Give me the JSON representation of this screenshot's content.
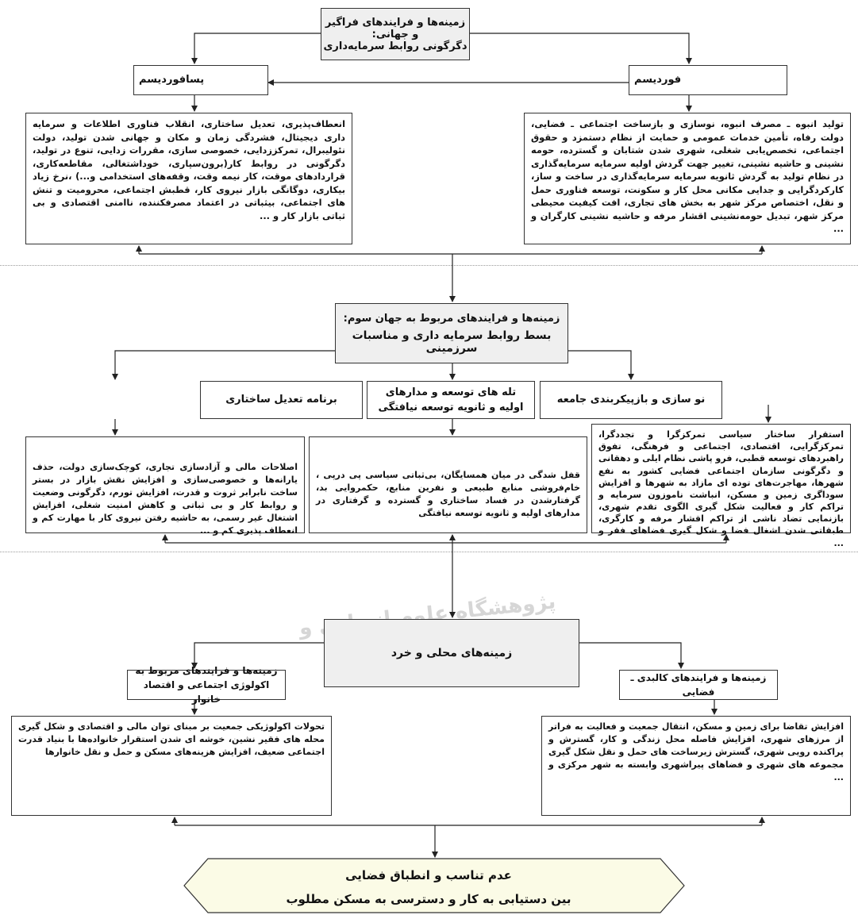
{
  "top": {
    "header_line1": "زمینه‌ها و فرایندهای فراگیر و جهانی:",
    "header_line2": "دگرگونی روابط سرمایه‌داری",
    "fordism_label": "فوردیسم",
    "postfordism_label": "پسافوردیسم",
    "fordism_text": "تولید انبوه ـ مصرف انبوه، نوسازی و بازساخت اجتماعی ـ فضایی، دولت رفاه، تأمین خدمات عمومی و حمایت از نظام دستمزد و حقوق اجتماعی، تخصص‌یابی شغلی، شهری شدن شتابان و گسترده، حومه نشینی و حاشیه نشینی، تغییر جهت گردش اولیه سرمایه سرمایه‌گذاری در نظام تولید به گردش ثانویه سرمایه سرمایه‌گذاری در ساخت و ساز، کارکردگرایی و جدایی مکانی محل کار و سکونت، توسعه فناوری حمل و نقل، اختصاص مرکز شهر به بخش های تجاری، افت کیفیت محیطی مرکز شهر، تبدیل حومه‌نشینی اقشار مرفه و حاشیه نشینی کارگران و ...",
    "postfordism_text": "انعطاف‌پذیری، تعدیل ساختاری، انقلاب فناوری اطلاعات و سرمایه داری دیجیتال، فشردگی زمان و مکان و جهانی شدن تولید، دولت نئولیبرال، تمرکززدایی، خصوصی سازی، مقررات زدایی، تنوع در تولید، دگرگونی در روابط کار(برون‌سپاری، خوداشتغالی، مقاطعه‌کاری، قراردادهای موقت، کار نیمه وقت، وقفه‌های استخدامی و...) ،نرخ زیاد بیکاری، دوگانگی بازار نیروی کار، قطبش اجتماعی، محرومیت و تنش های اجتماعی، بیثباتی در اعتماد مصرفکننده، ناامنی اقتصادی و بی ثباتی بازار کار و ..."
  },
  "middle": {
    "header_line1": "زمینه‌ها و فرایندهای مربوط به جهان سوم:",
    "header_line2": "بسط روابط سرمایه داری و مناسبات سرزمینی",
    "col_right_label": "نو سازی و بازپیکربندی جامعه",
    "col_center_label": "تله های توسعه و مدارهای اولیه و ثانویه توسعه نیافتگی",
    "col_left_label": "برنامه تعدیل ساختاری",
    "col_right_text": "استقرار ساختار سیاسی تمرکزگرا و تجددگرا، تمرکزگرایی، اقتصادی، اجتماعی و فرهنگی، تفوق راهبردهای توسعه قطبی، فرو پاشی نظام ایلی و دهقانی و دگرگونی سازمان اجتماعی فضایی کشور به نفع شهرها، مهاجرت‌های توده ای مازاد به شهرها و افزایش سوداگری زمین و مسکن، انباشت ناموزون سرمایه و تراکم کار و فعالیت شکل گیری الگوی تقدم شهری، بازنمایی تضاد ناشی از تراکم اقشار مرفه و کارگری، طبقاتی شدن اشغال فضا و شکل گیری فضاهای فقر و ...",
    "col_center_text": "قفل شدگی در میان همسایگان، بی‌ثباتی سیاسی پی درپی ، خام‌فروشی منابع طبیعی و نفرین منابع، حکمروایی بد، گرفتارشدن در فساد ساختاری و گسترده و گرفتاری در مدارهای اولیه و ثانویه توسعه نیافتگی",
    "col_left_text": "اصلاحات مالی و آزادسازی تجاری، کوچک‌سازی دولت، حذف یارانه‌ها و خصوصی‌سازی و افزایش نقش بازار در بستر ساخت نابرابر ثروت و قدرت، افزایش تورم، دگرگونی وضعیت و روابط کار و بی ثباتی و کاهش امنیت شغلی، افزایش اشتغال غیر رسمی، به حاشیه رفتن نیروی کار با مهارت کم و انعطاف پذیری کم و ..."
  },
  "bottom": {
    "header": "زمینه‌های محلی و خرد",
    "right_label": "زمینه‌ها و فرایندهای کالبدی ـ فضایی",
    "left_label": "زمینه‌ها و فرایندهای مربوط به اکولوژی اجتماعی و اقتصاد خانوار",
    "right_text": "افزایش تقاضا برای زمین و مسکن، انتقال جمعیت و فعالیت به فراتر از مرزهای شهری، افزایش فاصله محل زندگی و کار، گسترش و پراکنده رویی شهری، گسترش زیرساخت های حمل و نقل شکل گیری مجموعه های شهری و فضاهای پیراشهری وابسته به شهر مرکزی و ...",
    "left_text": "تحولات اکولوژیکی جمعیت بر مبنای توان مالی و اقتصادی و شکل گیری محله های فقیر نشین، خوشه ای شدن استقرار خانواده‌ها با بنیاد قدرت اجتماعی ضعیف، افزایش هزینه‌های مسکن و حمل و نقل خانوارها"
  },
  "outcome": {
    "line1": "عدم تناسب و انطباق فضایی",
    "line2": "بین دستیابی به کار و دسترسی به مسکن مطلوب"
  },
  "watermark": "پژوهشگاه علوم انسانی و مطالعات فرهنگی"
}
